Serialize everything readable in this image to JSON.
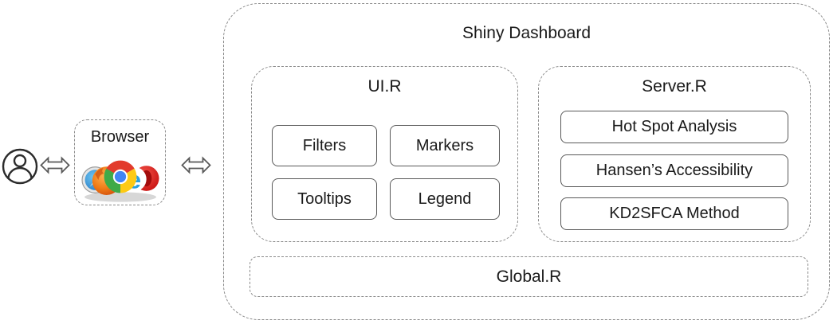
{
  "colors": {
    "background": "#ffffff",
    "dashed_border": "#8a8a8a",
    "solid_border": "#595959",
    "text": "#1a1a1a"
  },
  "user": {
    "icon": "person-icon"
  },
  "flow": {
    "arrow_icon": "double-headed-arrow"
  },
  "browser": {
    "title": "Browser",
    "logos": [
      "Safari",
      "Firefox",
      "Chrome",
      "Internet Explorer",
      "Opera"
    ]
  },
  "dashboard": {
    "title": "Shiny Dashboard",
    "ui": {
      "title": "UI.R",
      "components": [
        "Filters",
        "Markers",
        "Tooltips",
        "Legend"
      ]
    },
    "server": {
      "title": "Server.R",
      "components": [
        "Hot Spot Analysis",
        "Hansen’s Accessibility",
        "KD2SFCA Method"
      ]
    },
    "global": {
      "title": "Global.R"
    }
  }
}
